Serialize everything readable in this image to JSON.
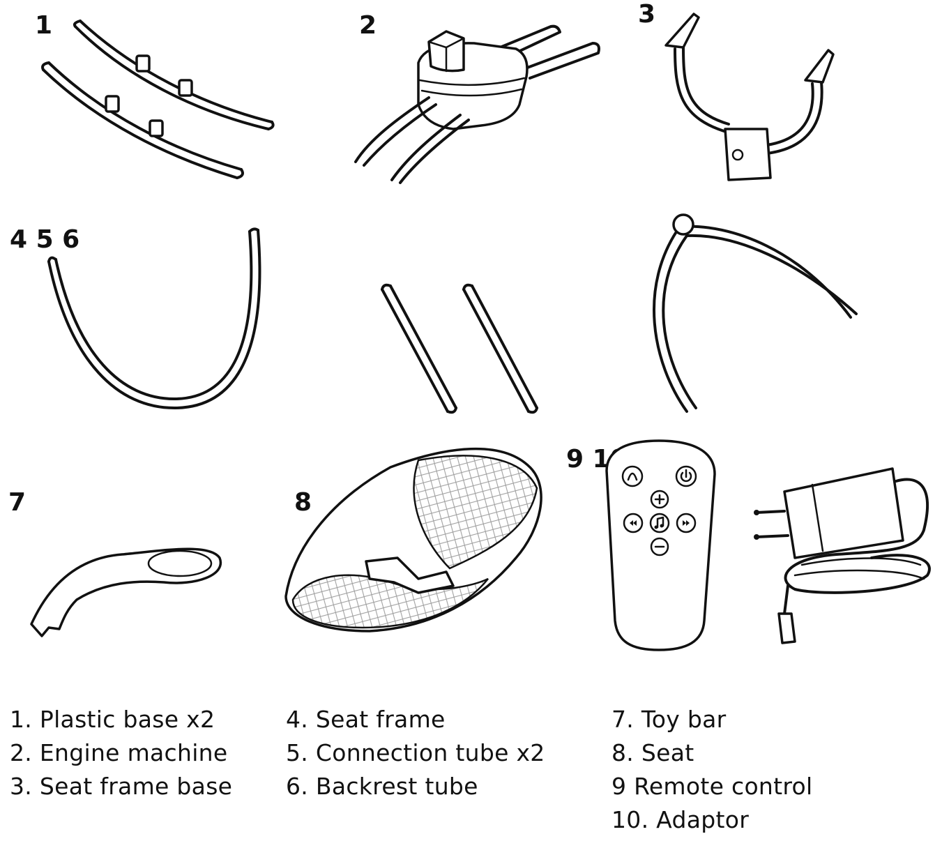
{
  "labels": {
    "p1": "1",
    "p2": "2",
    "p3": "3",
    "p456": "4 5 6",
    "p7": "7",
    "p8": "8",
    "p910": "9 10"
  },
  "legend": {
    "col1": [
      "1. Plastic base x2",
      "2. Engine machine",
      "3. Seat frame base"
    ],
    "col2": [
      "4. Seat frame",
      "5. Connection tube x2",
      "6. Backrest tube"
    ],
    "col3": [
      "7. Toy bar",
      "8. Seat",
      "9 Remote control",
      "10. Adaptor"
    ]
  },
  "icons": {
    "remote_buttons": [
      "light-icon",
      "power-icon",
      "plus-icon",
      "rewind-icon",
      "music-icon",
      "fast-forward-icon",
      "minus-icon"
    ]
  }
}
